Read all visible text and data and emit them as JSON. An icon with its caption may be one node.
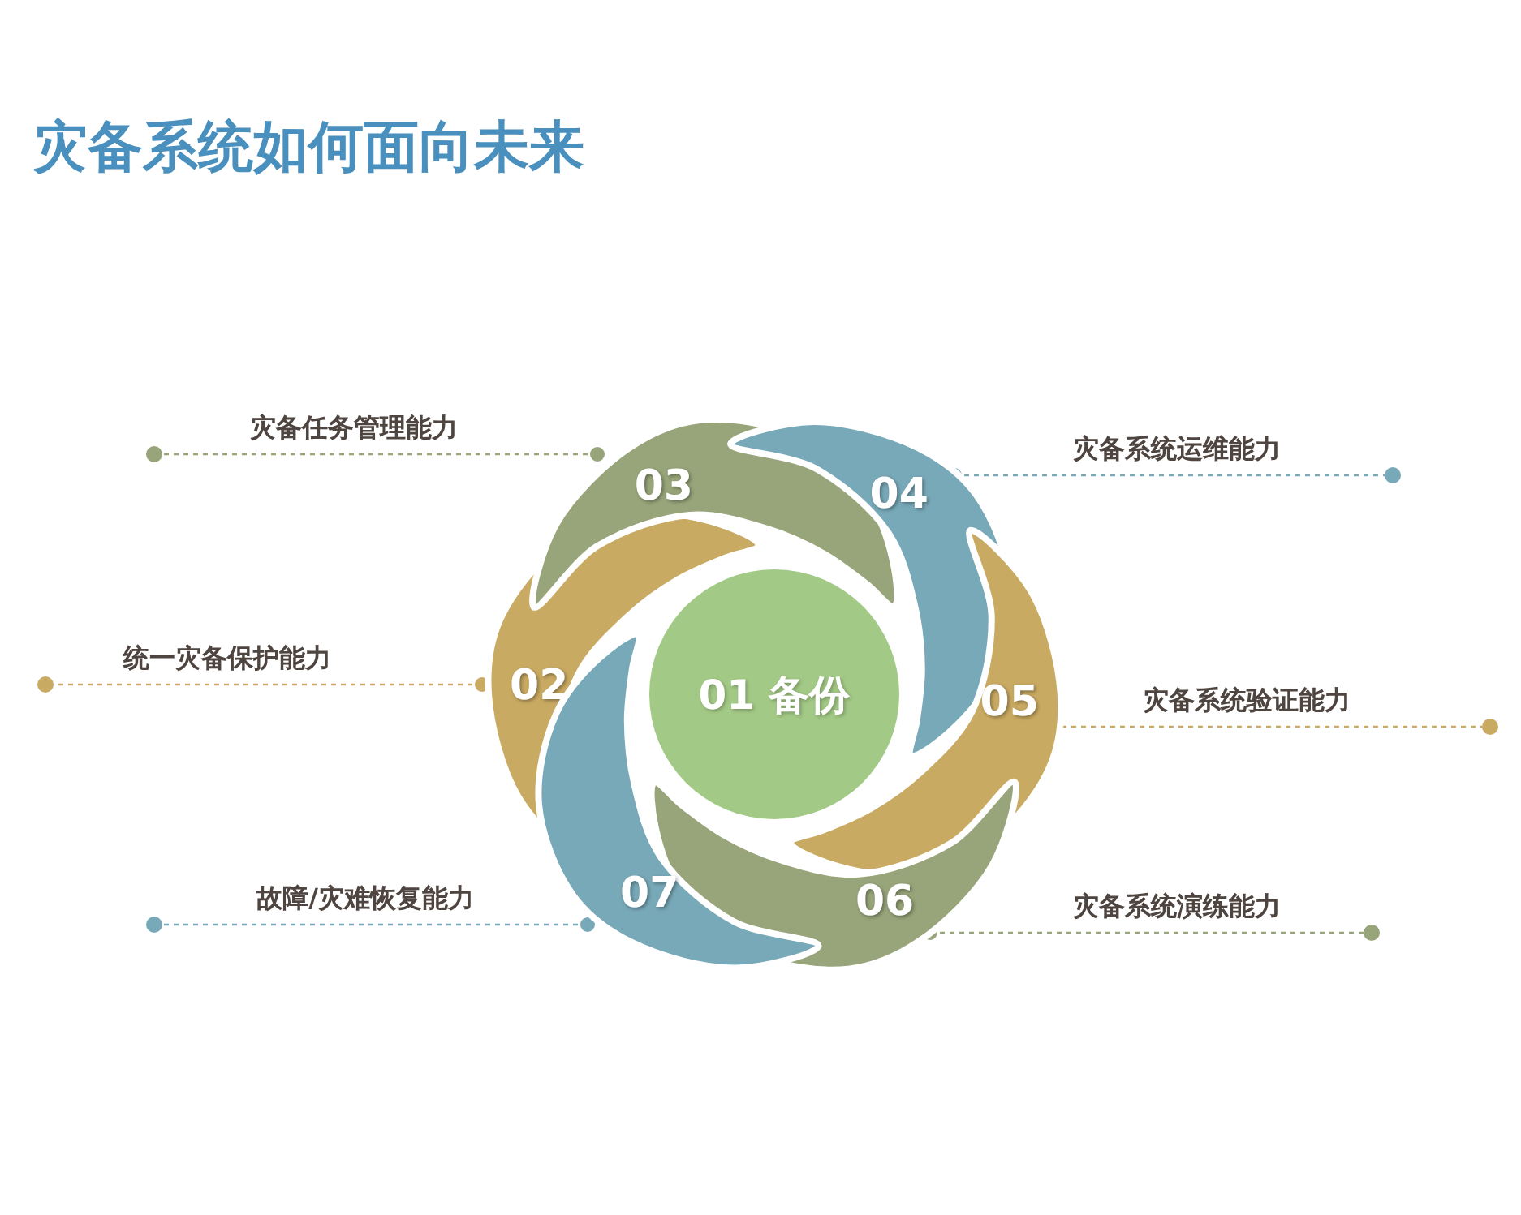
{
  "diagram": {
    "title": "灾备系统如何面向未来",
    "nodes": [
      {
        "text": [
          "01 备份"
        ]
      },
      {
        "text": [
          "02"
        ]
      },
      {
        "text": [
          "03"
        ]
      },
      {
        "text": [
          "04"
        ]
      },
      {
        "text": [
          "05"
        ]
      },
      {
        "text": [
          "06"
        ]
      },
      {
        "text": [
          "07"
        ]
      },
      {
        "text": [],
        "shape": "circle"
      },
      {
        "text": [],
        "shape": "circle"
      },
      {
        "text": [],
        "shape": "circle"
      },
      {
        "text": [],
        "shape": "circle"
      },
      {
        "text": [],
        "shape": "circle"
      },
      {
        "text": [],
        "shape": "circle"
      }
    ],
    "edges": [
      {
        "from": 2,
        "to": 7,
        "arrow": "other",
        "label": "灾备任务管理能力",
        "style": "dashed",
        "color": "#98a57a"
      },
      {
        "from": 3,
        "to": 8,
        "arrow": "other",
        "label": "灾备系统运维能力",
        "style": "dashed",
        "color": "#78a9b8"
      },
      {
        "from": 1,
        "to": 9,
        "arrow": "other",
        "label": "统一灾备保护能力",
        "style": "dashed",
        "color": "#c9aa62"
      },
      {
        "from": 4,
        "to": 10,
        "arrow": "other",
        "label": "灾备系统验证能力",
        "style": "dashed",
        "color": "#c9aa62"
      },
      {
        "from": 6,
        "to": 11,
        "arrow": "other",
        "label": "故障/灾难恢复能力",
        "style": "dashed",
        "color": "#78a9b8"
      },
      {
        "from": 5,
        "to": 12,
        "arrow": "other",
        "label": "灾备系统演练能力",
        "style": "dashed",
        "color": "#98a57a"
      }
    ]
  }
}
